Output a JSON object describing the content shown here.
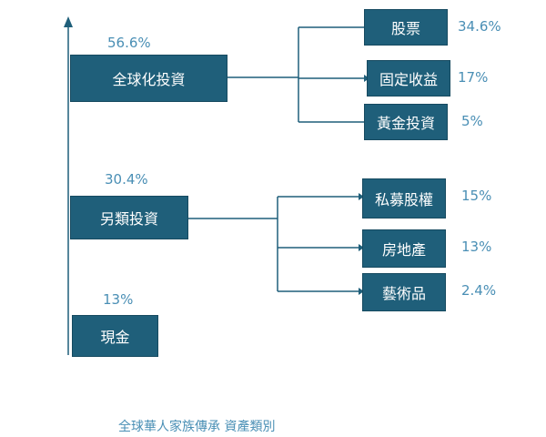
{
  "categories": [
    {
      "label": "全球化投資",
      "percent": "56.6%"
    },
    {
      "label": "另類投資",
      "percent": "30.4%"
    },
    {
      "label": "現金",
      "percent": "13%"
    }
  ],
  "global_items": [
    {
      "label": "股票",
      "percent": "34.6%"
    },
    {
      "label": "固定收益",
      "percent": "17%"
    },
    {
      "label": "黃金投資",
      "percent": "5%"
    }
  ],
  "alt_items": [
    {
      "label": "私募股權",
      "percent": "15%"
    },
    {
      "label": "房地產",
      "percent": "13%"
    },
    {
      "label": "藝術品",
      "percent": "2.4%"
    }
  ],
  "caption": "全球華人家族傳承 資產類別",
  "colors": {
    "box": "#1f5f7a",
    "line": "#1f5f7a",
    "percent_text": "#4a8fb5"
  }
}
